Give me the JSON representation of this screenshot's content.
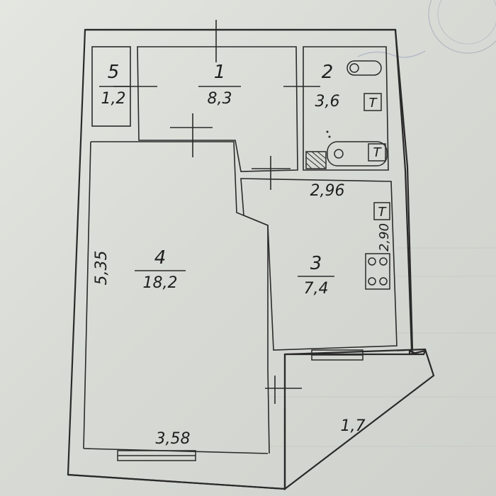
{
  "rooms": [
    {
      "id": "5",
      "number": "5",
      "area": "1,2"
    },
    {
      "id": "1",
      "number": "1",
      "area": "8,3"
    },
    {
      "id": "2",
      "number": "2",
      "area": "3,6"
    },
    {
      "id": "4",
      "number": "4",
      "area": "18,2"
    },
    {
      "id": "3",
      "number": "3",
      "area": "7,4"
    },
    {
      "id": "balcony",
      "area": "1,7"
    }
  ],
  "dimensions": {
    "kitchen_width": "2,96",
    "kitchen_depth": "2,90",
    "living_length": "5,35",
    "living_width": "3,58"
  },
  "fixtures": {
    "bathroom_heater": "T",
    "bathtub_label": "T",
    "kitchen_heater": "T"
  }
}
